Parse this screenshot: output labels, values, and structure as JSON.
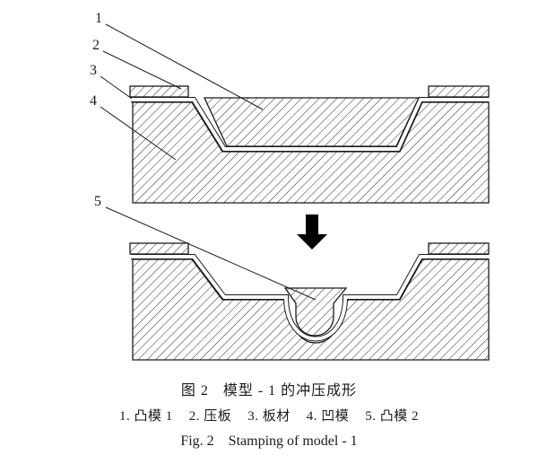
{
  "colors": {
    "ink": "#1b1b1b",
    "paper": "#ffffff"
  },
  "icons": {
    "process_arrow": "down-arrow"
  },
  "figure": {
    "part_numbers": [
      "1",
      "2",
      "3",
      "4",
      "5"
    ],
    "caption_zh": {
      "label": "图 2",
      "title": "模型 - 1 的冲压成形"
    },
    "legend_items": [
      "1. 凸模 1",
      "2. 压板",
      "3. 板材",
      "4. 凹模",
      "5. 凸模 2"
    ],
    "caption_en": {
      "label": "Fig. 2",
      "title": "Stamping of model - 1"
    }
  }
}
